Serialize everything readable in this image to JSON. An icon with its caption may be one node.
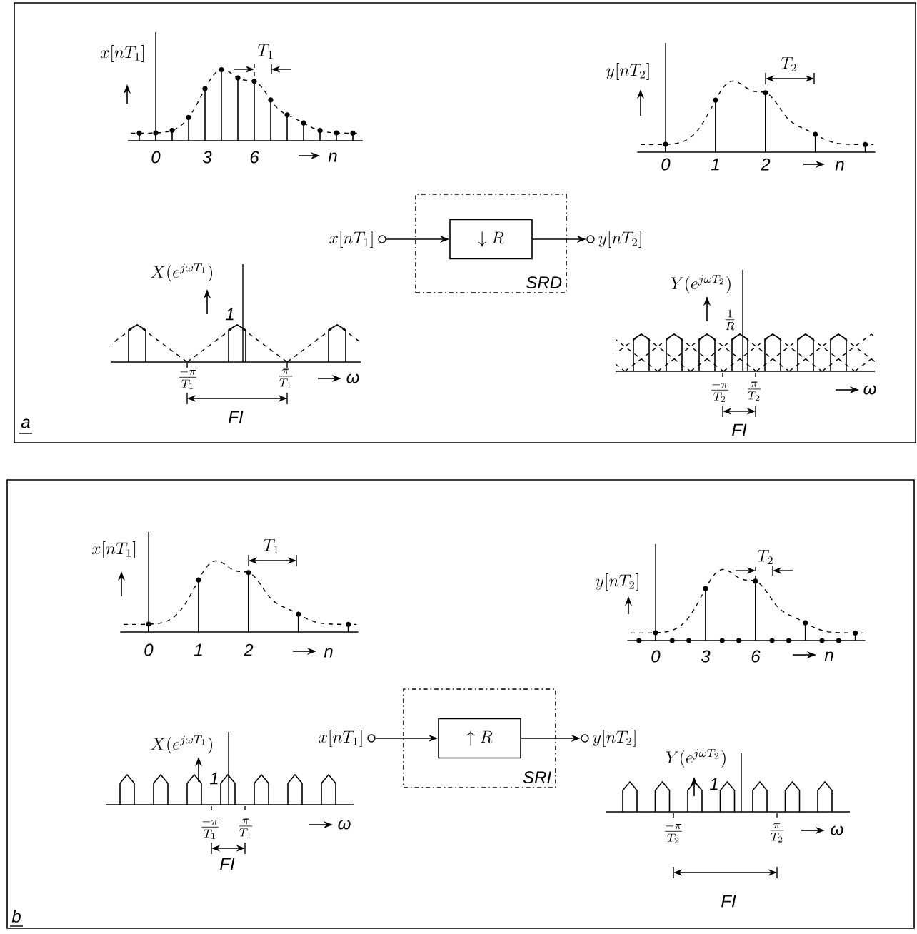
{
  "diagram": {
    "nodes": [
      {
        "text": [
          "SRD"
        ]
      },
      {
        "text": [
          "\\downarrow R"
        ],
        "in": 0
      },
      {
        "text": [
          "x[nT_1]"
        ]
      },
      {
        "text": [
          "y[nT_2]"
        ]
      },
      {
        "text": [
          "SRI"
        ]
      },
      {
        "text": [
          "\\uparrow R"
        ],
        "in": 4
      },
      {
        "text": [
          "x[nT_1]"
        ]
      },
      {
        "text": [
          "y[nT_2]"
        ]
      }
    ],
    "edges": [
      {
        "from": 2,
        "to": 1,
        "arrow": "to"
      },
      {
        "from": 1,
        "to": 3,
        "arrow": "to"
      },
      {
        "from": 6,
        "to": 5,
        "arrow": "to"
      },
      {
        "from": 5,
        "to": 7,
        "arrow": "to"
      }
    ],
    "labels": [
      "x[nT_1]",
      "T_1",
      "0",
      "3",
      "6",
      "n",
      "y[nT_2]",
      "T_2",
      "0",
      "1",
      "2",
      "n",
      "X(e^{j\\omega T_1})",
      "1",
      "\\frac{-\\pi}{T_1}",
      "\\frac{\\pi}{T_1}",
      "ω",
      "FI",
      "Y(e^{j\\omega T_2})",
      "\\frac{1}{R}",
      "\\frac{-\\pi}{T_2}",
      "\\frac{\\pi}{T_2}",
      "ω",
      "FI",
      "a",
      "x[nT_1]",
      "T_1",
      "0",
      "1",
      "2",
      "n",
      "y[nT_2]",
      "T_2",
      "0",
      "3",
      "6",
      "n",
      "X(e^{j\\omega T_1})",
      "1",
      "\\frac{-\\pi}{T_1}",
      "\\frac{\\pi}{T_1}",
      "ω",
      "FI",
      "Y(e^{j\\omega T_2})",
      "1",
      "\\frac{-\\pi}{T_2}",
      "\\frac{\\pi}{T_2}",
      "ω",
      "FI",
      "b"
    ]
  }
}
